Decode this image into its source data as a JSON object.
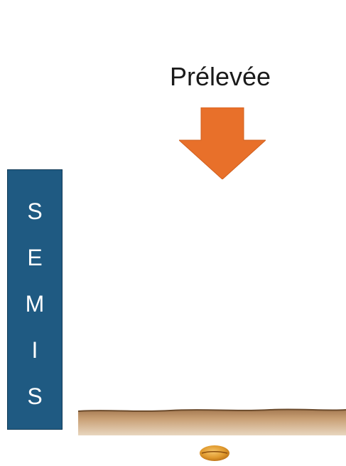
{
  "stage": {
    "label": "Prélevée",
    "arrow_color": "#E8702A",
    "arrow_icon": "down-arrow-icon"
  },
  "semis": {
    "letters": [
      "S",
      "E",
      "M",
      "I",
      "S"
    ],
    "box_color": "#1F5A82"
  },
  "soil": {
    "color": "#C49A6C",
    "line_color": "#6B4A2B"
  },
  "seed": {
    "color": "#E09A2E",
    "icon": "seed-icon"
  }
}
